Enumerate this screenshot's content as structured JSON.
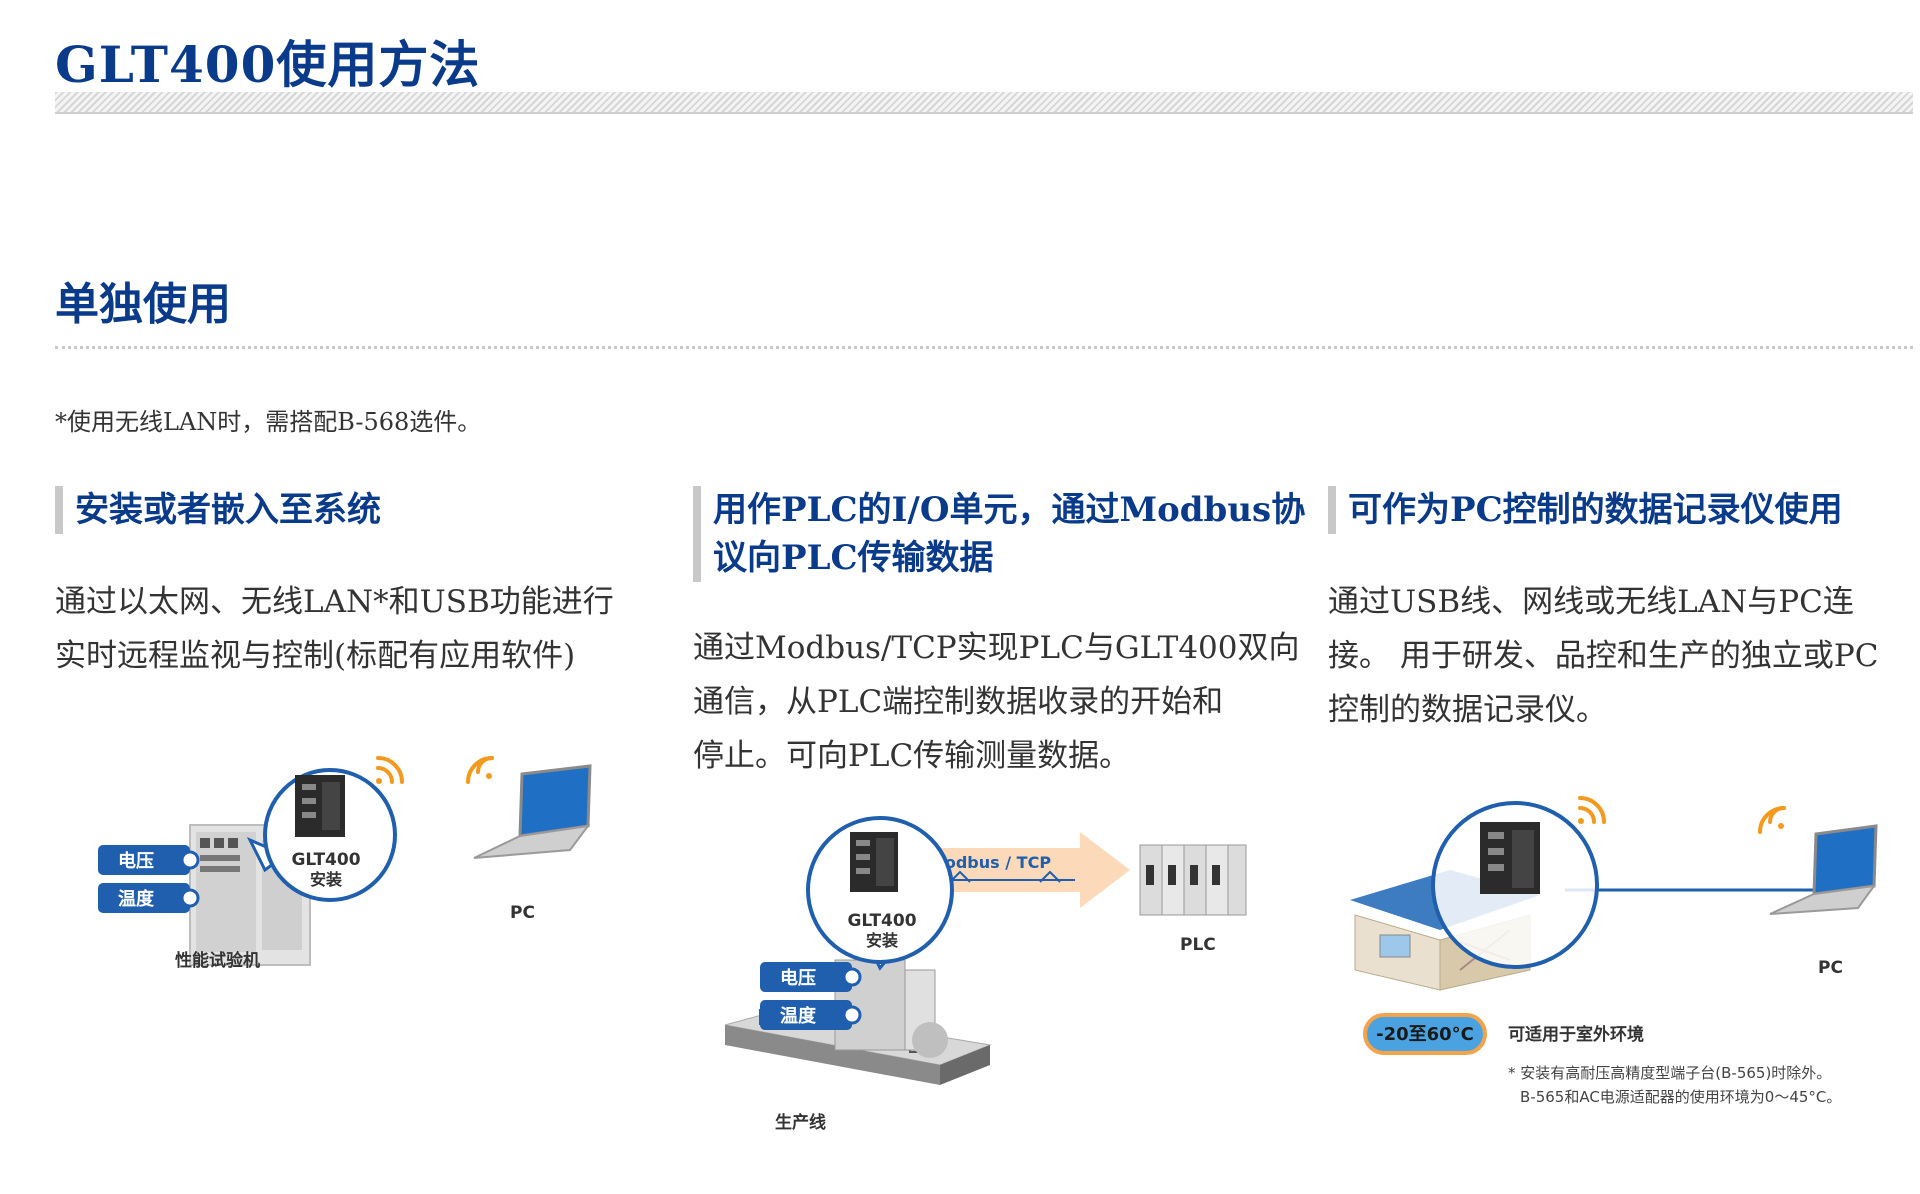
{
  "page": {
    "title": "GLT400使用方法",
    "section_title": "单独使用",
    "note": "*使用无线LAN时，需搭配B-568选件。"
  },
  "columns": [
    {
      "heading": "安装或者嵌入至系统",
      "desc_lines": [
        "通过以太网、无线LAN*和USB功能进行",
        "实时远程监视与控制(标配有应用软件)"
      ],
      "diagram": {
        "badge_voltage": "电压",
        "badge_temp": "温度",
        "device_label": "GLT400",
        "device_sub": "安装",
        "machine_label": "性能试验机",
        "pc_label": "PC"
      }
    },
    {
      "heading_lines": [
        "用作PLC的I/O单元，通过Modbus协",
        "议向PLC传输数据"
      ],
      "desc_lines": [
        "通过Modbus/TCP实现PLC与GLT400双向",
        "通信，从PLC端控制数据收录的开始和",
        "停止。可向PLC传输测量数据。"
      ],
      "diagram": {
        "device_label": "GLT400",
        "device_sub": "安装",
        "arrow_label": "Modbus / TCP",
        "plc_label": "PLC",
        "badge_voltage": "电压",
        "badge_temp": "温度",
        "line_label": "生产线"
      }
    },
    {
      "heading": "可作为PC控制的数据记录仪使用",
      "desc_lines": [
        "通过USB线、网线或无线LAN与PC连",
        "接。 用于研发、品控和生产的独立或PC",
        "控制的数据记录仪。"
      ],
      "diagram": {
        "pc_label": "PC",
        "temp_range": "-20至60°C",
        "outdoor_label": "可适用于室外环境",
        "footnote_1": "* 安装有高耐压高精度型端子台(B-565)时除外。",
        "footnote_2": "B-565和AC电源适配器的使用环境为0～45°C。"
      }
    }
  ],
  "colors": {
    "title_blue": "#0a3a8a",
    "badge_blue": "#1f5fae",
    "wifi_orange": "#f39a1e",
    "circle_blue": "#1f5fae"
  }
}
